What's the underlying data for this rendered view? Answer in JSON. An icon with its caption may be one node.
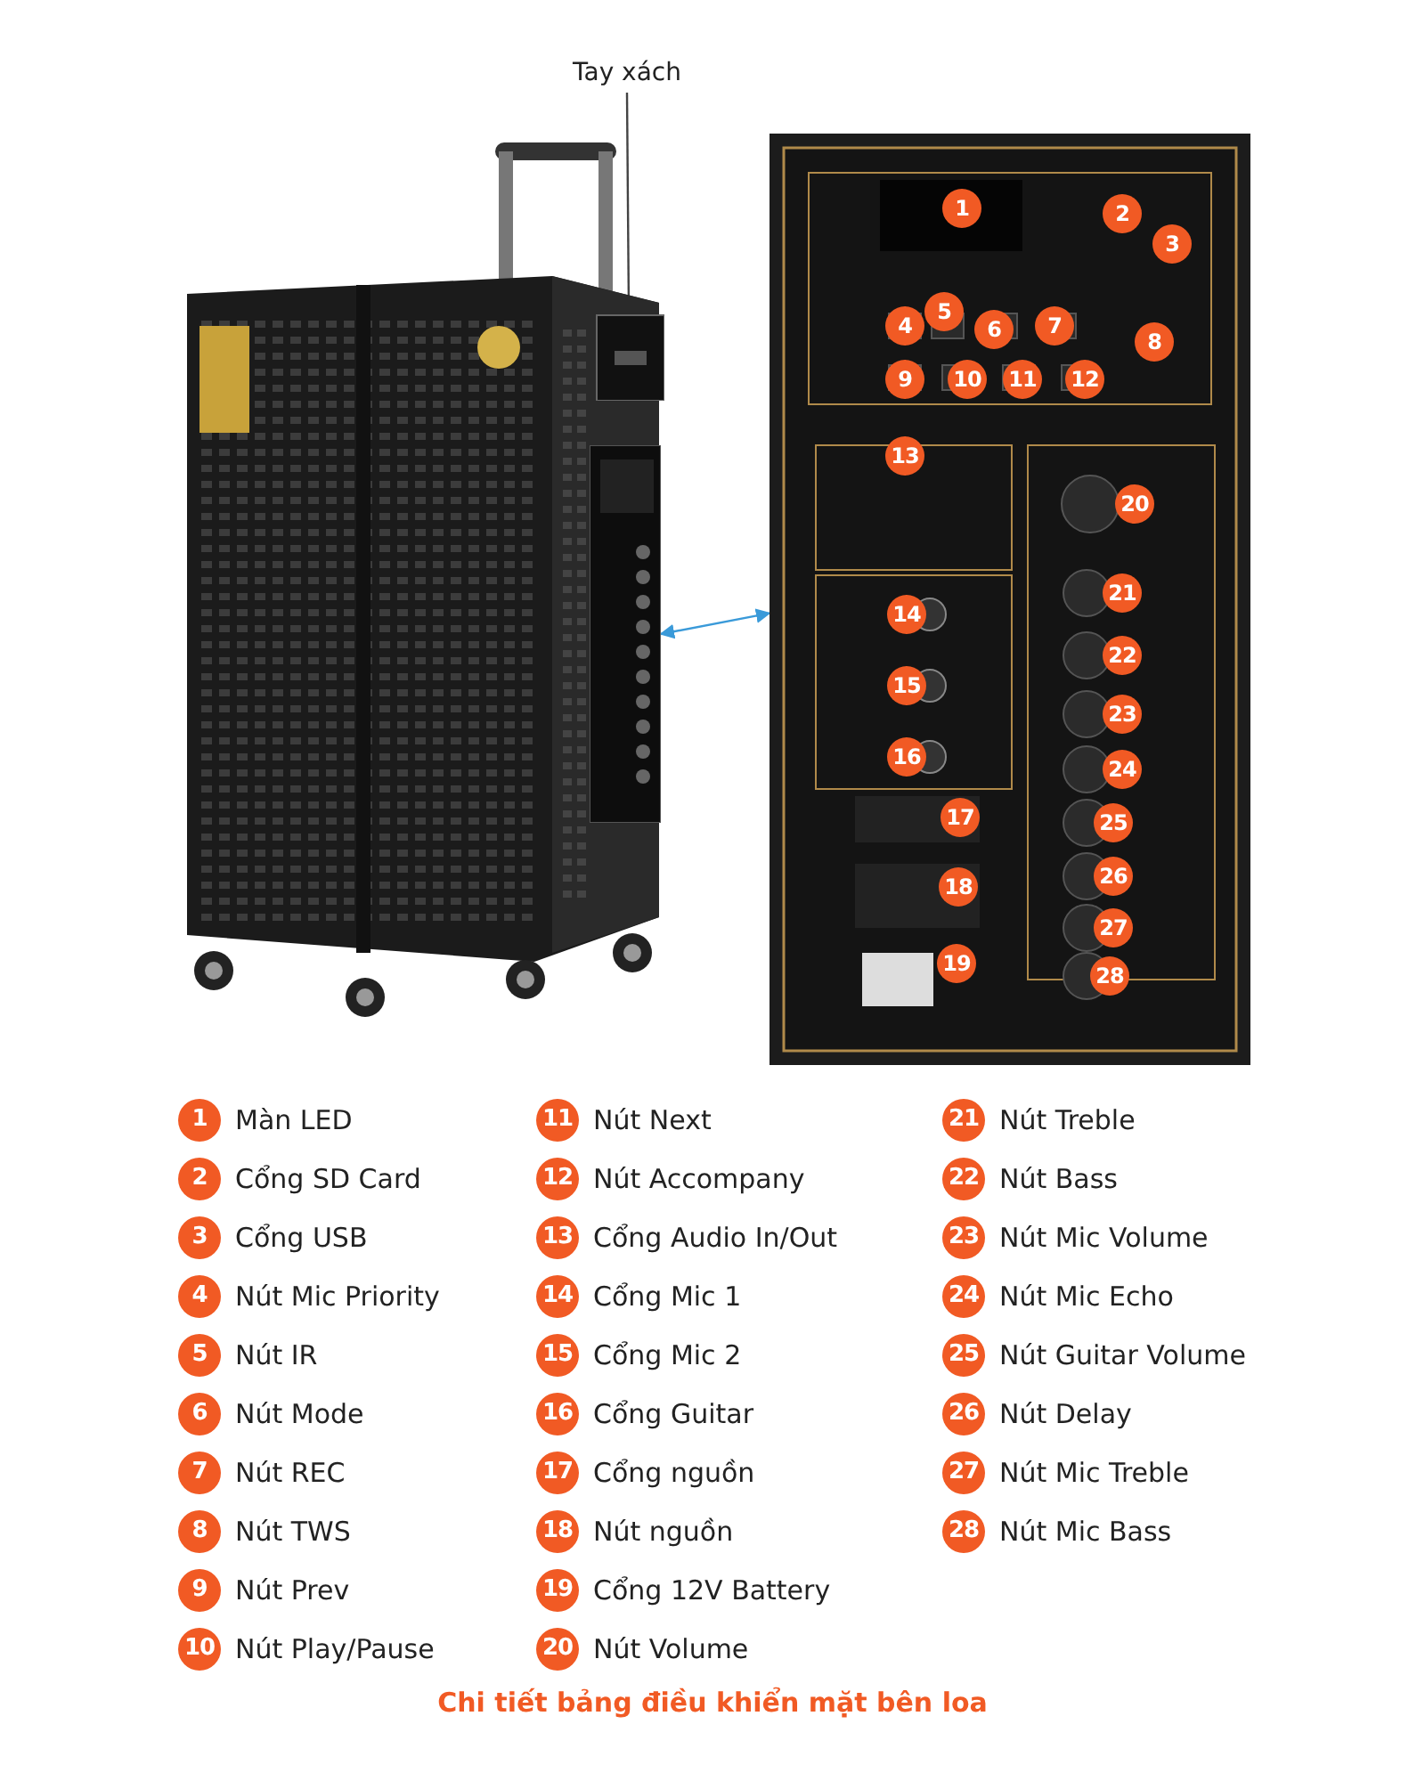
{
  "diagram": {
    "caption": "Chi tiết bảng điều khiển mặt bên loa",
    "nodes": [
      {
        "text": [
          "Tay xách"
        ]
      },
      {
        "text": [],
        "shape": "picture"
      },
      {
        "text": [],
        "shape": "picture",
        "in": 1
      },
      {
        "text": [],
        "shape": "picture",
        "in": 1
      },
      {
        "text": [],
        "shape": "picture"
      }
    ],
    "edges": [
      {
        "from": 0,
        "to": 2,
        "arrow": "none"
      },
      {
        "from": 3,
        "to": 4,
        "arrow": "both",
        "color": "#3a9ad9"
      }
    ],
    "labels": [
      "1",
      "2",
      "3",
      "4",
      "5",
      "6",
      "7",
      "8",
      "9",
      "10",
      "11",
      "12",
      "13",
      "14",
      "15",
      "16",
      "17",
      "18",
      "19",
      "20",
      "21",
      "22",
      "23",
      "24",
      "25",
      "26",
      "27",
      "28",
      "1",
      "Màn LED",
      "2",
      "Cổng SD Card",
      "3",
      "Cổng USB",
      "4",
      "Nút Mic Priority",
      "5",
      "Nút IR",
      "6",
      "Nút Mode",
      "7",
      "Nút REC",
      "8",
      "Nút TWS",
      "9",
      "Nút Prev",
      "10",
      "Nút Play/Pause",
      "11",
      "Nút Next",
      "12",
      "Nút Accompany",
      "13",
      "Cổng Audio In/Out",
      "14",
      "Cổng Mic 1",
      "15",
      "Cổng Mic 2",
      "16",
      "Cổng Guitar",
      "17",
      "Cổng nguồn",
      "18",
      "Nút nguồn",
      "19",
      "Cổng 12V Battery",
      "20",
      "Nút Volume",
      "21",
      "Nút Treble",
      "22",
      "Nút Bass",
      "23",
      "Nút Mic Volume",
      "24",
      "Nút Mic Echo",
      "25",
      "Nút Guitar Volume",
      "26",
      "Nút Delay",
      "27",
      "Nút Mic Treble",
      "28",
      "Nút Mic Bass"
    ]
  }
}
